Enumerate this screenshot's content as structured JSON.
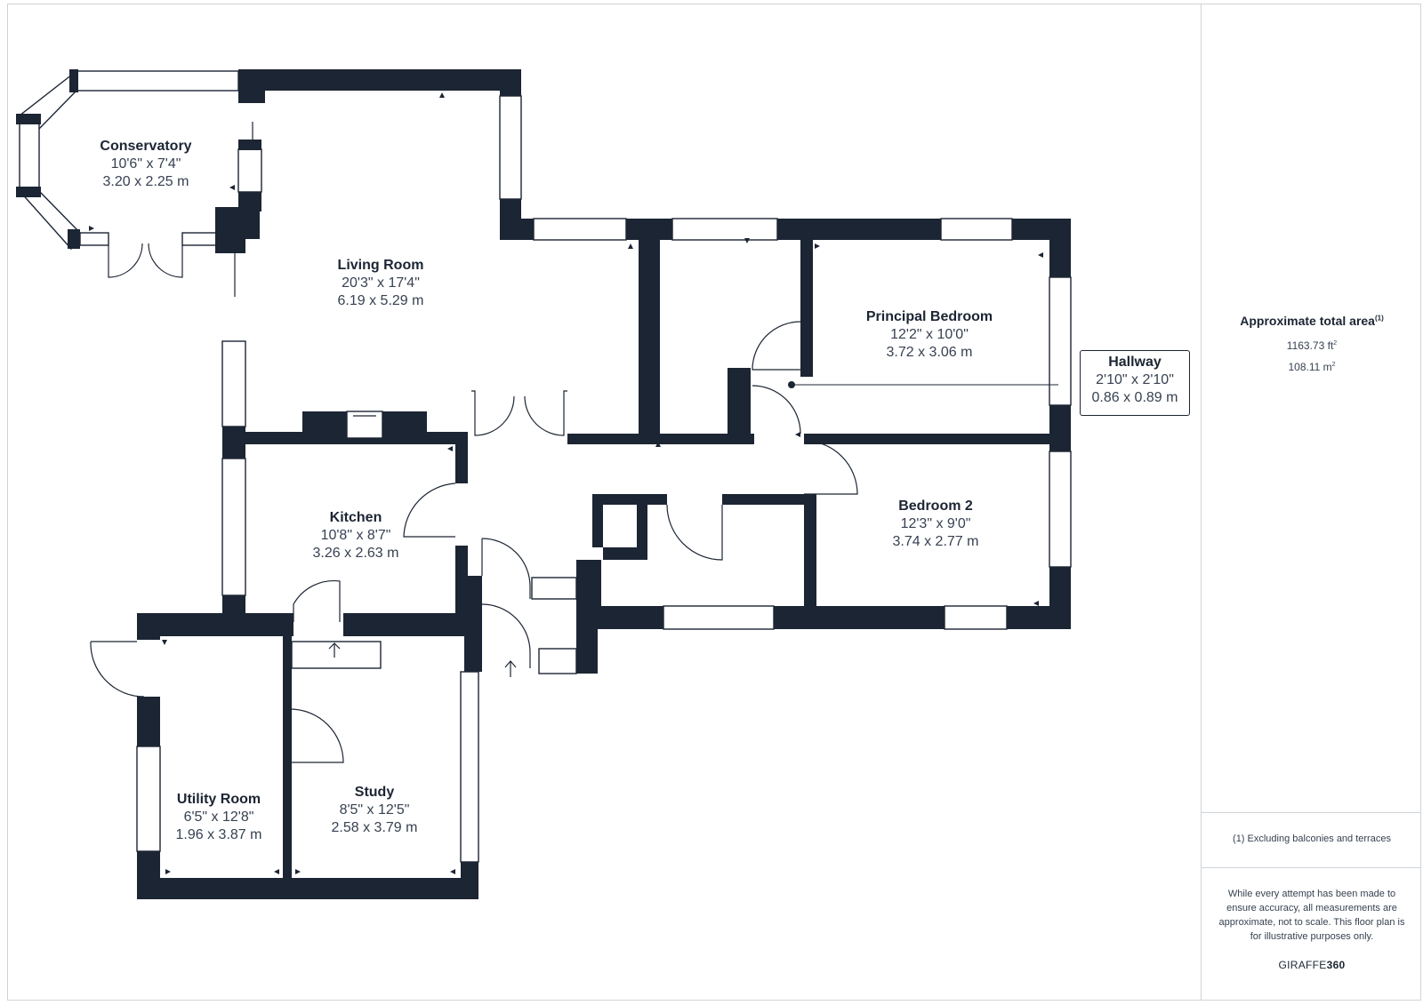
{
  "rooms": {
    "conservatory": {
      "name": "Conservatory",
      "imperial": "10'6\" x 7'4\"",
      "metric": "3.20 x 2.25 m"
    },
    "living_room": {
      "name": "Living Room",
      "imperial": "20'3\" x 17'4\"",
      "metric": "6.19 x 5.29 m"
    },
    "principal_bedroom": {
      "name": "Principal Bedroom",
      "imperial": "12'2\" x 10'0\"",
      "metric": "3.72 x 3.06 m"
    },
    "hallway": {
      "name": "Hallway",
      "imperial": "2'10\" x 2'10\"",
      "metric": "0.86 x 0.89 m"
    },
    "kitchen": {
      "name": "Kitchen",
      "imperial": "10'8\" x 8'7\"",
      "metric": "3.26 x 2.63 m"
    },
    "bedroom_2": {
      "name": "Bedroom 2",
      "imperial": "12'3\" x 9'0\"",
      "metric": "3.74 x 2.77 m"
    },
    "utility_room": {
      "name": "Utility Room",
      "imperial": "6'5\" x 12'8\"",
      "metric": "1.96 x 3.87 m"
    },
    "study": {
      "name": "Study",
      "imperial": "8'5\" x 12'5\"",
      "metric": "2.58 x 3.79 m"
    }
  },
  "sidebar": {
    "title": "Approximate total area",
    "footnote_marker": "(1)",
    "area_sqft": "1163.73 ft",
    "area_sqm": "108.11 m",
    "unit_power": "2",
    "exclusion_note": "(1) Excluding balconies and terraces",
    "disclaimer": "While every attempt has been made to ensure accuracy, all measurements are approximate, not to scale. This floor plan is for illustrative purposes only.",
    "brand_prefix": "GIRAFFE",
    "brand_suffix": "360"
  },
  "colors": {
    "wall": "#1c2533",
    "border": "#cfd3d8"
  }
}
